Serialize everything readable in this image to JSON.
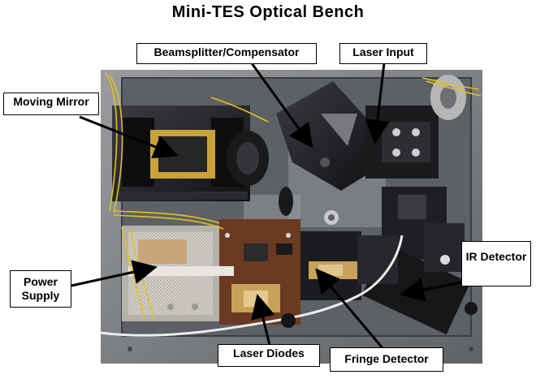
{
  "title": "Mini-TES Optical Bench",
  "callouts": {
    "beamsplitter": "Beamsplitter/Compensator",
    "laser_input": "Laser Input",
    "moving_mirror": "Moving Mirror",
    "power_supply": "Power Supply",
    "ir_detector": "IR Detector",
    "laser_diodes": "Laser Diodes",
    "fringe_detector": "Fringe Detector"
  },
  "colors": {
    "bench_metal": "#7e8184",
    "dark_component": "#1c1d20",
    "cable_yellow": "#e3c21f",
    "cable_white": "#eeeeee",
    "pcb_brown": "#6b3a22",
    "gold_film": "#c7a25a"
  }
}
